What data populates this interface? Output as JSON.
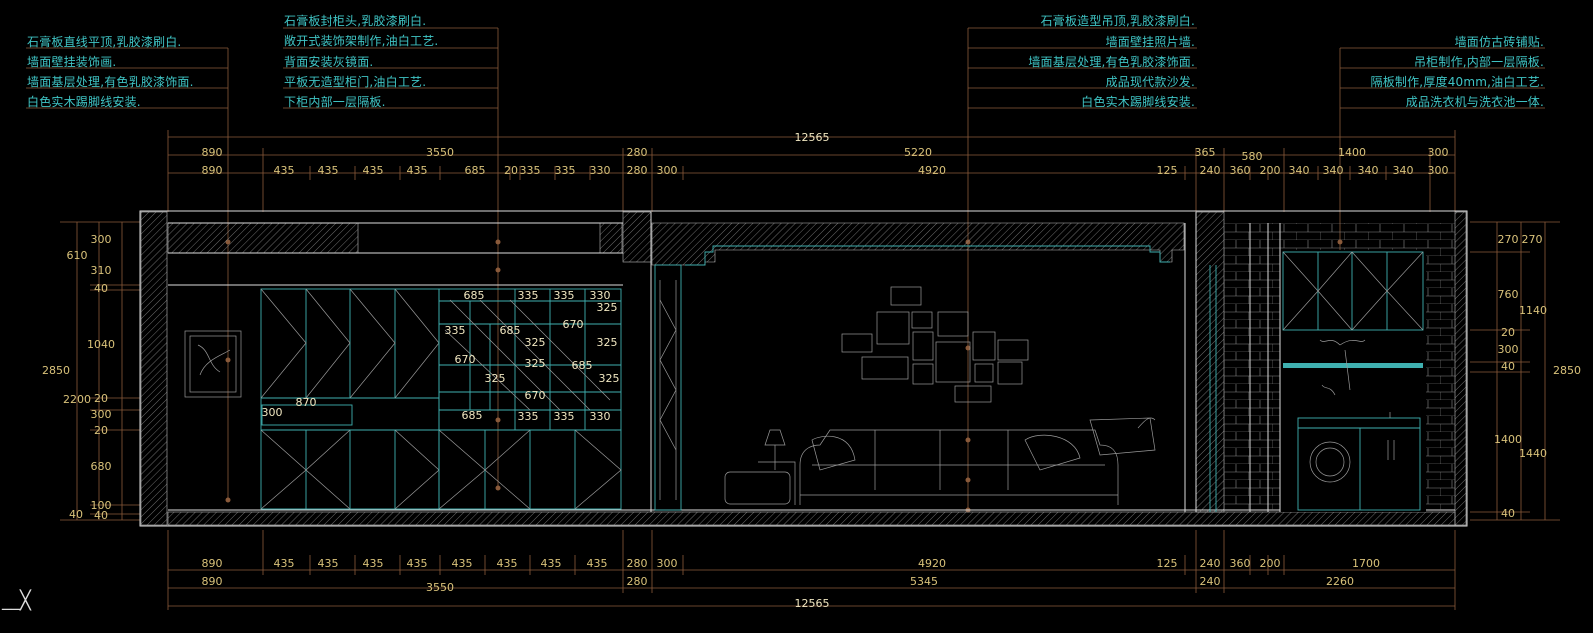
{
  "notes": {
    "left": [
      "石膏板直线平顶,乳胶漆刷白.",
      "墙面壁挂装饰画.",
      "墙面基层处理,有色乳胶漆饰面.",
      "白色实木踢脚线安装."
    ],
    "center_left": [
      "石膏板封柜头,乳胶漆刷白.",
      "敞开式装饰架制作,油白工艺.",
      "背面安装灰镜面.",
      "平板无造型柜门,油白工艺.",
      "下柜内部一层隔板."
    ],
    "center_right": [
      "石膏板造型吊顶,乳胶漆刷白.",
      "墙面壁挂照片墙.",
      "墙面基层处理,有色乳胶漆饰面.",
      "成品现代款沙发.",
      "白色实木踢脚线安装."
    ],
    "right": [
      "墙面仿古砖铺贴.",
      "吊柜制作,内部一层隔板.",
      "隔板制作,厚度40mm,油白工艺.",
      "成品洗衣机与洗衣池一体."
    ]
  },
  "dims": {
    "top_total": "12565",
    "top_row1": [
      "890",
      "3550",
      "280",
      "5220",
      "365",
      "580",
      "1400",
      "300"
    ],
    "top_row2": [
      "890",
      "435",
      "435",
      "435",
      "435",
      "685",
      "20",
      "335",
      "335",
      "330",
      "280",
      "300",
      "4920",
      "125",
      "240",
      "360",
      "200",
      "340",
      "340",
      "340",
      "340",
      "300"
    ],
    "bottom_row1": [
      "890",
      "435",
      "435",
      "435",
      "435",
      "435",
      "435",
      "435",
      "435",
      "280",
      "300",
      "4920",
      "125",
      "240",
      "360",
      "200",
      "1700"
    ],
    "bottom_row2": [
      "890",
      "280",
      "5345",
      "240",
      "2260"
    ],
    "bottom_row3": [
      "3550"
    ],
    "bottom_total": "12565",
    "left_outer": "2850",
    "left_mid": [
      "610",
      "2200"
    ],
    "left_inner": [
      "300",
      "310",
      "40",
      "1040",
      "20",
      "300",
      "20",
      "680",
      "100",
      "40",
      "40"
    ],
    "right_inner": [
      "270",
      "760",
      "20",
      "300",
      "40",
      "1400",
      "40"
    ],
    "right_mid": [
      "270",
      "1140",
      "1440"
    ],
    "right_outer": "2850",
    "shelf_labels": [
      "685",
      "335",
      "335",
      "330",
      "335",
      "685",
      "325",
      "670",
      "325",
      "670",
      "325",
      "325",
      "685",
      "325",
      "670",
      "685",
      "335",
      "335",
      "330",
      "325",
      "870",
      "300"
    ]
  },
  "ucs_label": "__╳"
}
